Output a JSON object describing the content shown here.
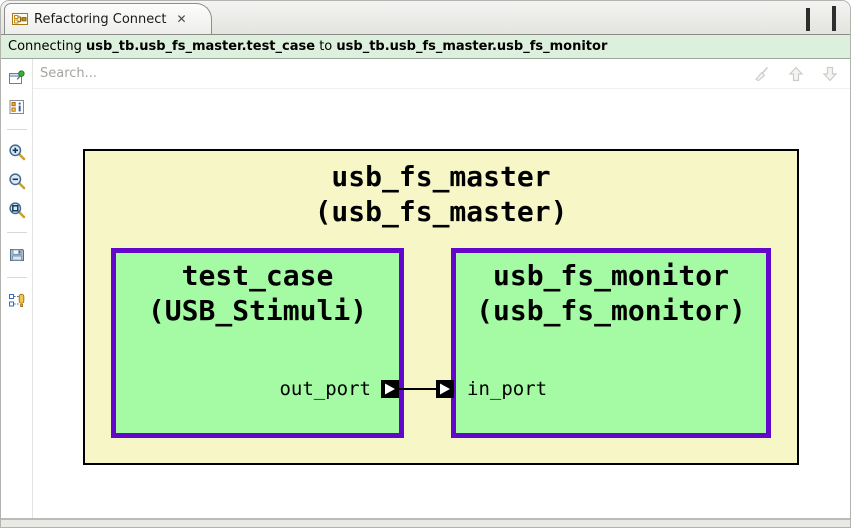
{
  "window": {
    "tab_title": "Refactoring Connect",
    "close_glyph": "✕"
  },
  "infobar": {
    "prefix": "Connecting ",
    "source_path": "usb_tb.usb_fs_master.test_case",
    "connector_word": " to ",
    "target_path": "usb_tb.usb_fs_master.usb_fs_monitor"
  },
  "search": {
    "placeholder": "Search..."
  },
  "sidebar": {
    "icons": [
      {
        "name": "pin-view-icon"
      },
      {
        "name": "legend-info-icon"
      },
      {
        "name": "zoom-in-icon"
      },
      {
        "name": "zoom-out-icon"
      },
      {
        "name": "zoom-fit-icon"
      },
      {
        "name": "save-icon"
      },
      {
        "name": "ports-filter-icon"
      }
    ]
  },
  "search_nav": {
    "icons": [
      {
        "name": "clear-search-icon"
      },
      {
        "name": "previous-match-icon"
      },
      {
        "name": "next-match-icon"
      }
    ]
  },
  "diagram": {
    "parent": {
      "instance": "usb_fs_master",
      "type": "(usb_fs_master)"
    },
    "source_block": {
      "instance": "test_case",
      "type": "(USB_Stimuli)",
      "port": "out_port"
    },
    "target_block": {
      "instance": "usb_fs_monitor",
      "type": "(usb_fs_monitor)",
      "port": "in_port"
    }
  },
  "colors": {
    "block_fill": "#a4fba4",
    "block_border": "#6307cb",
    "parent_fill": "#f6f6c6",
    "infobar_bg": "#ddf0dd",
    "port_glyph": "#000000"
  }
}
